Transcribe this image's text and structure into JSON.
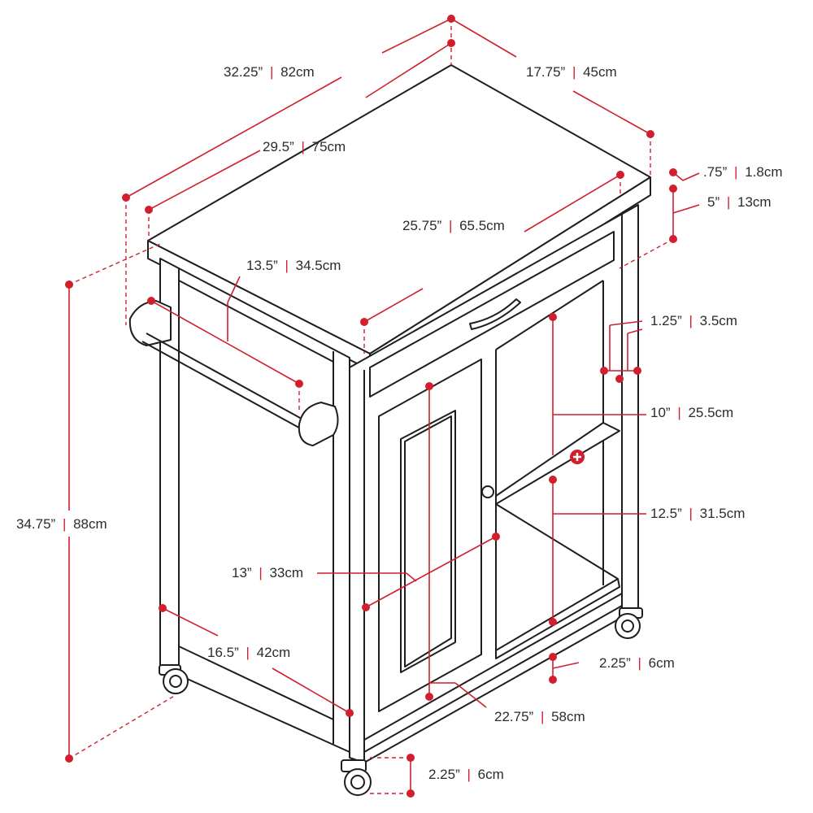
{
  "dimensions": {
    "overall_width": {
      "imperial": "32.25”",
      "metric": "82cm"
    },
    "top_width": {
      "imperial": "29.5”",
      "metric": "75cm"
    },
    "depth": {
      "imperial": "17.75”",
      "metric": "45cm"
    },
    "top_thickness": {
      "imperial": ".75”",
      "metric": "1.8cm"
    },
    "drawer_height": {
      "imperial": "5”",
      "metric": "13cm"
    },
    "inner_width": {
      "imperial": "25.75”",
      "metric": "65.5cm"
    },
    "towel_bar": {
      "imperial": "13.5”",
      "metric": "34.5cm"
    },
    "leg_width": {
      "imperial": "1.25”",
      "metric": "3.5cm"
    },
    "upper_shelf": {
      "imperial": "10”",
      "metric": "25.5cm"
    },
    "lower_shelf": {
      "imperial": "12.5”",
      "metric": "31.5cm"
    },
    "total_height": {
      "imperial": "34.75”",
      "metric": "88cm"
    },
    "door_width": {
      "imperial": "13”",
      "metric": "33cm"
    },
    "side_depth": {
      "imperial": "16.5”",
      "metric": "42cm"
    },
    "bottom_clearance": {
      "imperial": "2.25”",
      "metric": "6cm"
    },
    "door_height": {
      "imperial": "22.75”",
      "metric": "58cm"
    },
    "caster_height": {
      "imperial": "2.25”",
      "metric": "6cm"
    }
  },
  "separator": "|",
  "colors": {
    "accent": "#d11f2e",
    "line": "#1e1e1e",
    "text": "#2b2b2b"
  }
}
